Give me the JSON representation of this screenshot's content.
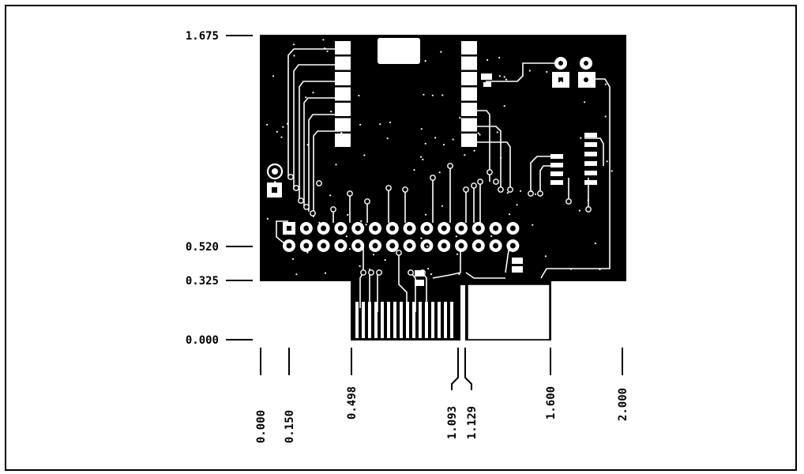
{
  "diagram": {
    "y_dimensions": [
      "1.675",
      "0.520",
      "0.325",
      "0.000"
    ],
    "x_dimensions": [
      "0.000",
      "0.150",
      "0.498",
      "1.093",
      "1.129",
      "1.600",
      "2.000"
    ]
  }
}
